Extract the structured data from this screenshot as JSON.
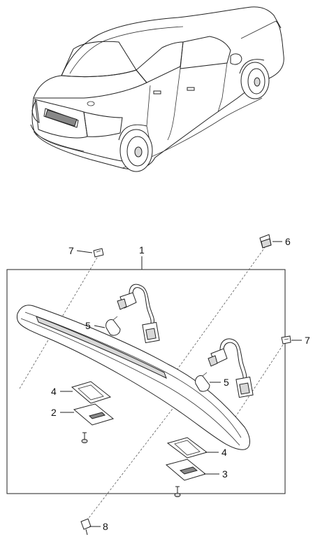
{
  "diagram": {
    "callouts": {
      "c1": "1",
      "c2": "2",
      "c3": "3",
      "c4a": "4",
      "c4b": "4",
      "c5a": "5",
      "c5b": "5",
      "c6": "6",
      "c7a": "7",
      "c7b": "7",
      "c8": "8"
    }
  }
}
